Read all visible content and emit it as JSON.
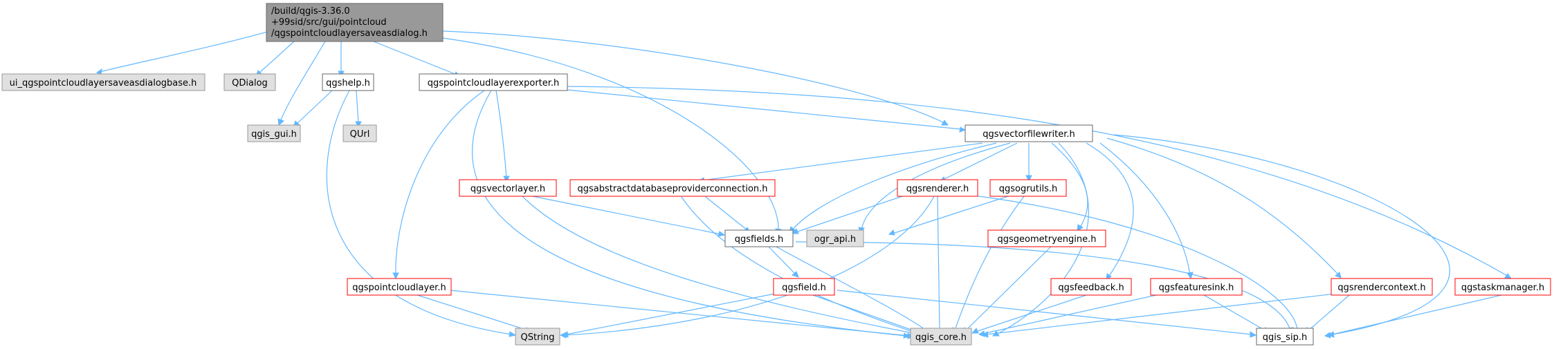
{
  "root": {
    "lines": [
      "/build/qgis-3.36.0",
      "+99sid/src/gui/pointcloud",
      "/qgspointcloudlayersaveasdialog.h"
    ]
  },
  "nodes": {
    "ui_base": "ui_qgspointcloudlayersaveasdialogbase.h",
    "qdialog": "QDialog",
    "qgshelp": "qgshelp.h",
    "exporter": "qgspointcloudlayerexporter.h",
    "qgis_gui": "qgis_gui.h",
    "qurl": "QUrl",
    "filewriter": "qgsvectorfilewriter.h",
    "vectorlayer": "qgsvectorlayer.h",
    "absdbprov": "qgsabstractdatabaseproviderconnection.h",
    "renderer": "qgsrenderer.h",
    "ogrutils": "qgsogrutils.h",
    "ogr_api": "ogr_api.h",
    "fields": "qgsfields.h",
    "geomengine": "qgsgeometryengine.h",
    "pointcloudlayer": "qgspointcloudlayer.h",
    "field": "qgsfield.h",
    "feedback": "qgsfeedback.h",
    "featuresink": "qgsfeaturesink.h",
    "rendercontext": "qgsrendercontext.h",
    "taskmanager": "qgstaskmanager.h",
    "qstring": "QString",
    "qgis_core": "qgis_core.h",
    "qgis_sip": "qgis_sip.h"
  },
  "colors": {
    "root_fill": "#999999",
    "external_fill": "#e0e0e0",
    "external_stroke": "#999999",
    "internal_stroke": "#666666",
    "red_stroke": "#ff0000",
    "edge": "#63b8ff"
  }
}
